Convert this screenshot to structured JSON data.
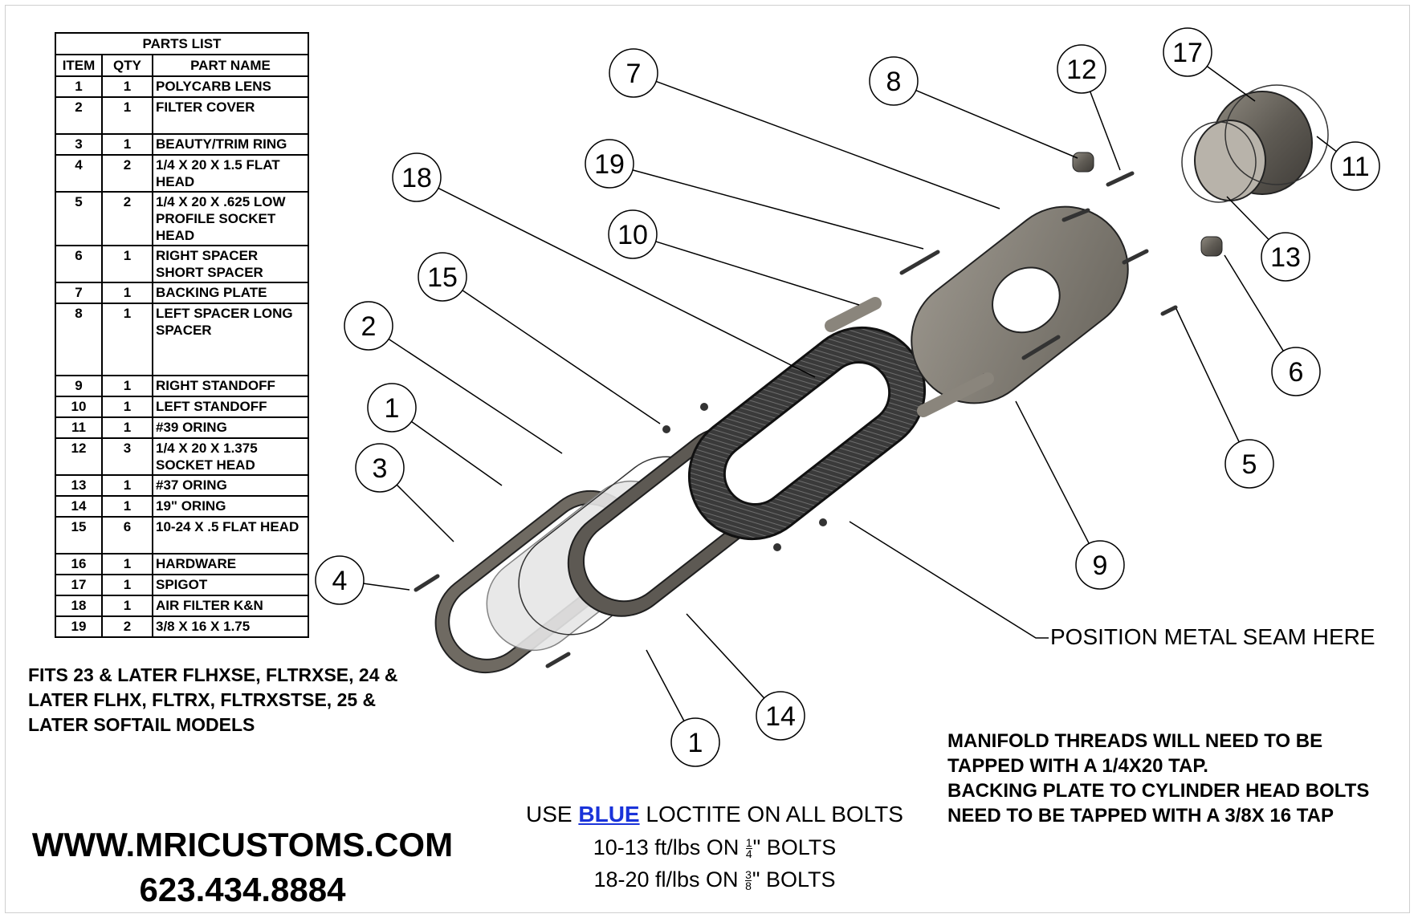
{
  "parts_list": {
    "title": "PARTS LIST",
    "headers": [
      "ITEM",
      "QTY",
      "PART NAME"
    ],
    "rows": [
      {
        "item": "1",
        "qty": "1",
        "name": "POLYCARB LENS"
      },
      {
        "item": "2",
        "qty": "1",
        "name": "FILTER COVER"
      },
      {
        "item": "3",
        "qty": "1",
        "name": "BEAUTY/TRIM RING"
      },
      {
        "item": "4",
        "qty": "2",
        "name": "1/4 X 20 X 1.5 FLAT HEAD"
      },
      {
        "item": "5",
        "qty": "2",
        "name": "1/4 X 20 X .625 LOW PROFILE SOCKET HEAD"
      },
      {
        "item": "6",
        "qty": "1",
        "name": "RIGHT SPACER SHORT SPACER"
      },
      {
        "item": "7",
        "qty": "1",
        "name": "BACKING PLATE"
      },
      {
        "item": "8",
        "qty": "1",
        "name": "LEFT SPACER LONG SPACER"
      },
      {
        "item": "9",
        "qty": "1",
        "name": "RIGHT STANDOFF"
      },
      {
        "item": "10",
        "qty": "1",
        "name": "LEFT STANDOFF"
      },
      {
        "item": "11",
        "qty": "1",
        "name": "#39 ORING"
      },
      {
        "item": "12",
        "qty": "3",
        "name": "1/4 X 20 X 1.375 SOCKET HEAD"
      },
      {
        "item": "13",
        "qty": "1",
        "name": "#37 ORING"
      },
      {
        "item": "14",
        "qty": "1",
        "name": "19\" ORING"
      },
      {
        "item": "15",
        "qty": "6",
        "name": "10-24 X .5 FLAT HEAD"
      },
      {
        "item": "16",
        "qty": "1",
        "name": "HARDWARE"
      },
      {
        "item": "17",
        "qty": "1",
        "name": "SPIGOT"
      },
      {
        "item": "18",
        "qty": "1",
        "name": "AIR FILTER K&N"
      },
      {
        "item": "19",
        "qty": "2",
        "name": "3/8 X 16 X 1.75"
      }
    ]
  },
  "fitment": "FITS 23 & LATER FLHXSE, FLTRXSE, 24 &\nLATER FLHX, FLTRX, FLTRXSTSE, 25 &\nLATER SOFTAIL MODELS",
  "website": "WWW.MRICUSTOMS.COM",
  "phone": "623.434.8884",
  "loctite": {
    "prefix": "USE",
    "color_word": "BLUE",
    "suffix": "LOCTITE ON ALL BOLTS",
    "blue_color": "#1a33d9"
  },
  "torque": [
    {
      "range": "10-13 ft/lbs ON",
      "num": "1",
      "den": "4",
      "suffix": "\" BOLTS"
    },
    {
      "range": "18-20 fl/lbs ON",
      "num": "3",
      "den": "8",
      "suffix": "\" BOLTS"
    }
  ],
  "manifold_note": "MANIFOLD THREADS WILL NEED TO BE\nTAPPED WITH A 1/4X20 TAP.\nBACKING PLATE TO CYLINDER HEAD BOLTS\nNEED TO BE TAPPED WITH A 3/8X 16 TAP",
  "seam_note": "POSITION METAL SEAM HERE",
  "callouts": [
    "1",
    "1",
    "2",
    "3",
    "4",
    "5",
    "6",
    "7",
    "8",
    "9",
    "10",
    "11",
    "12",
    "13",
    "14",
    "15",
    "17",
    "18",
    "19"
  ]
}
